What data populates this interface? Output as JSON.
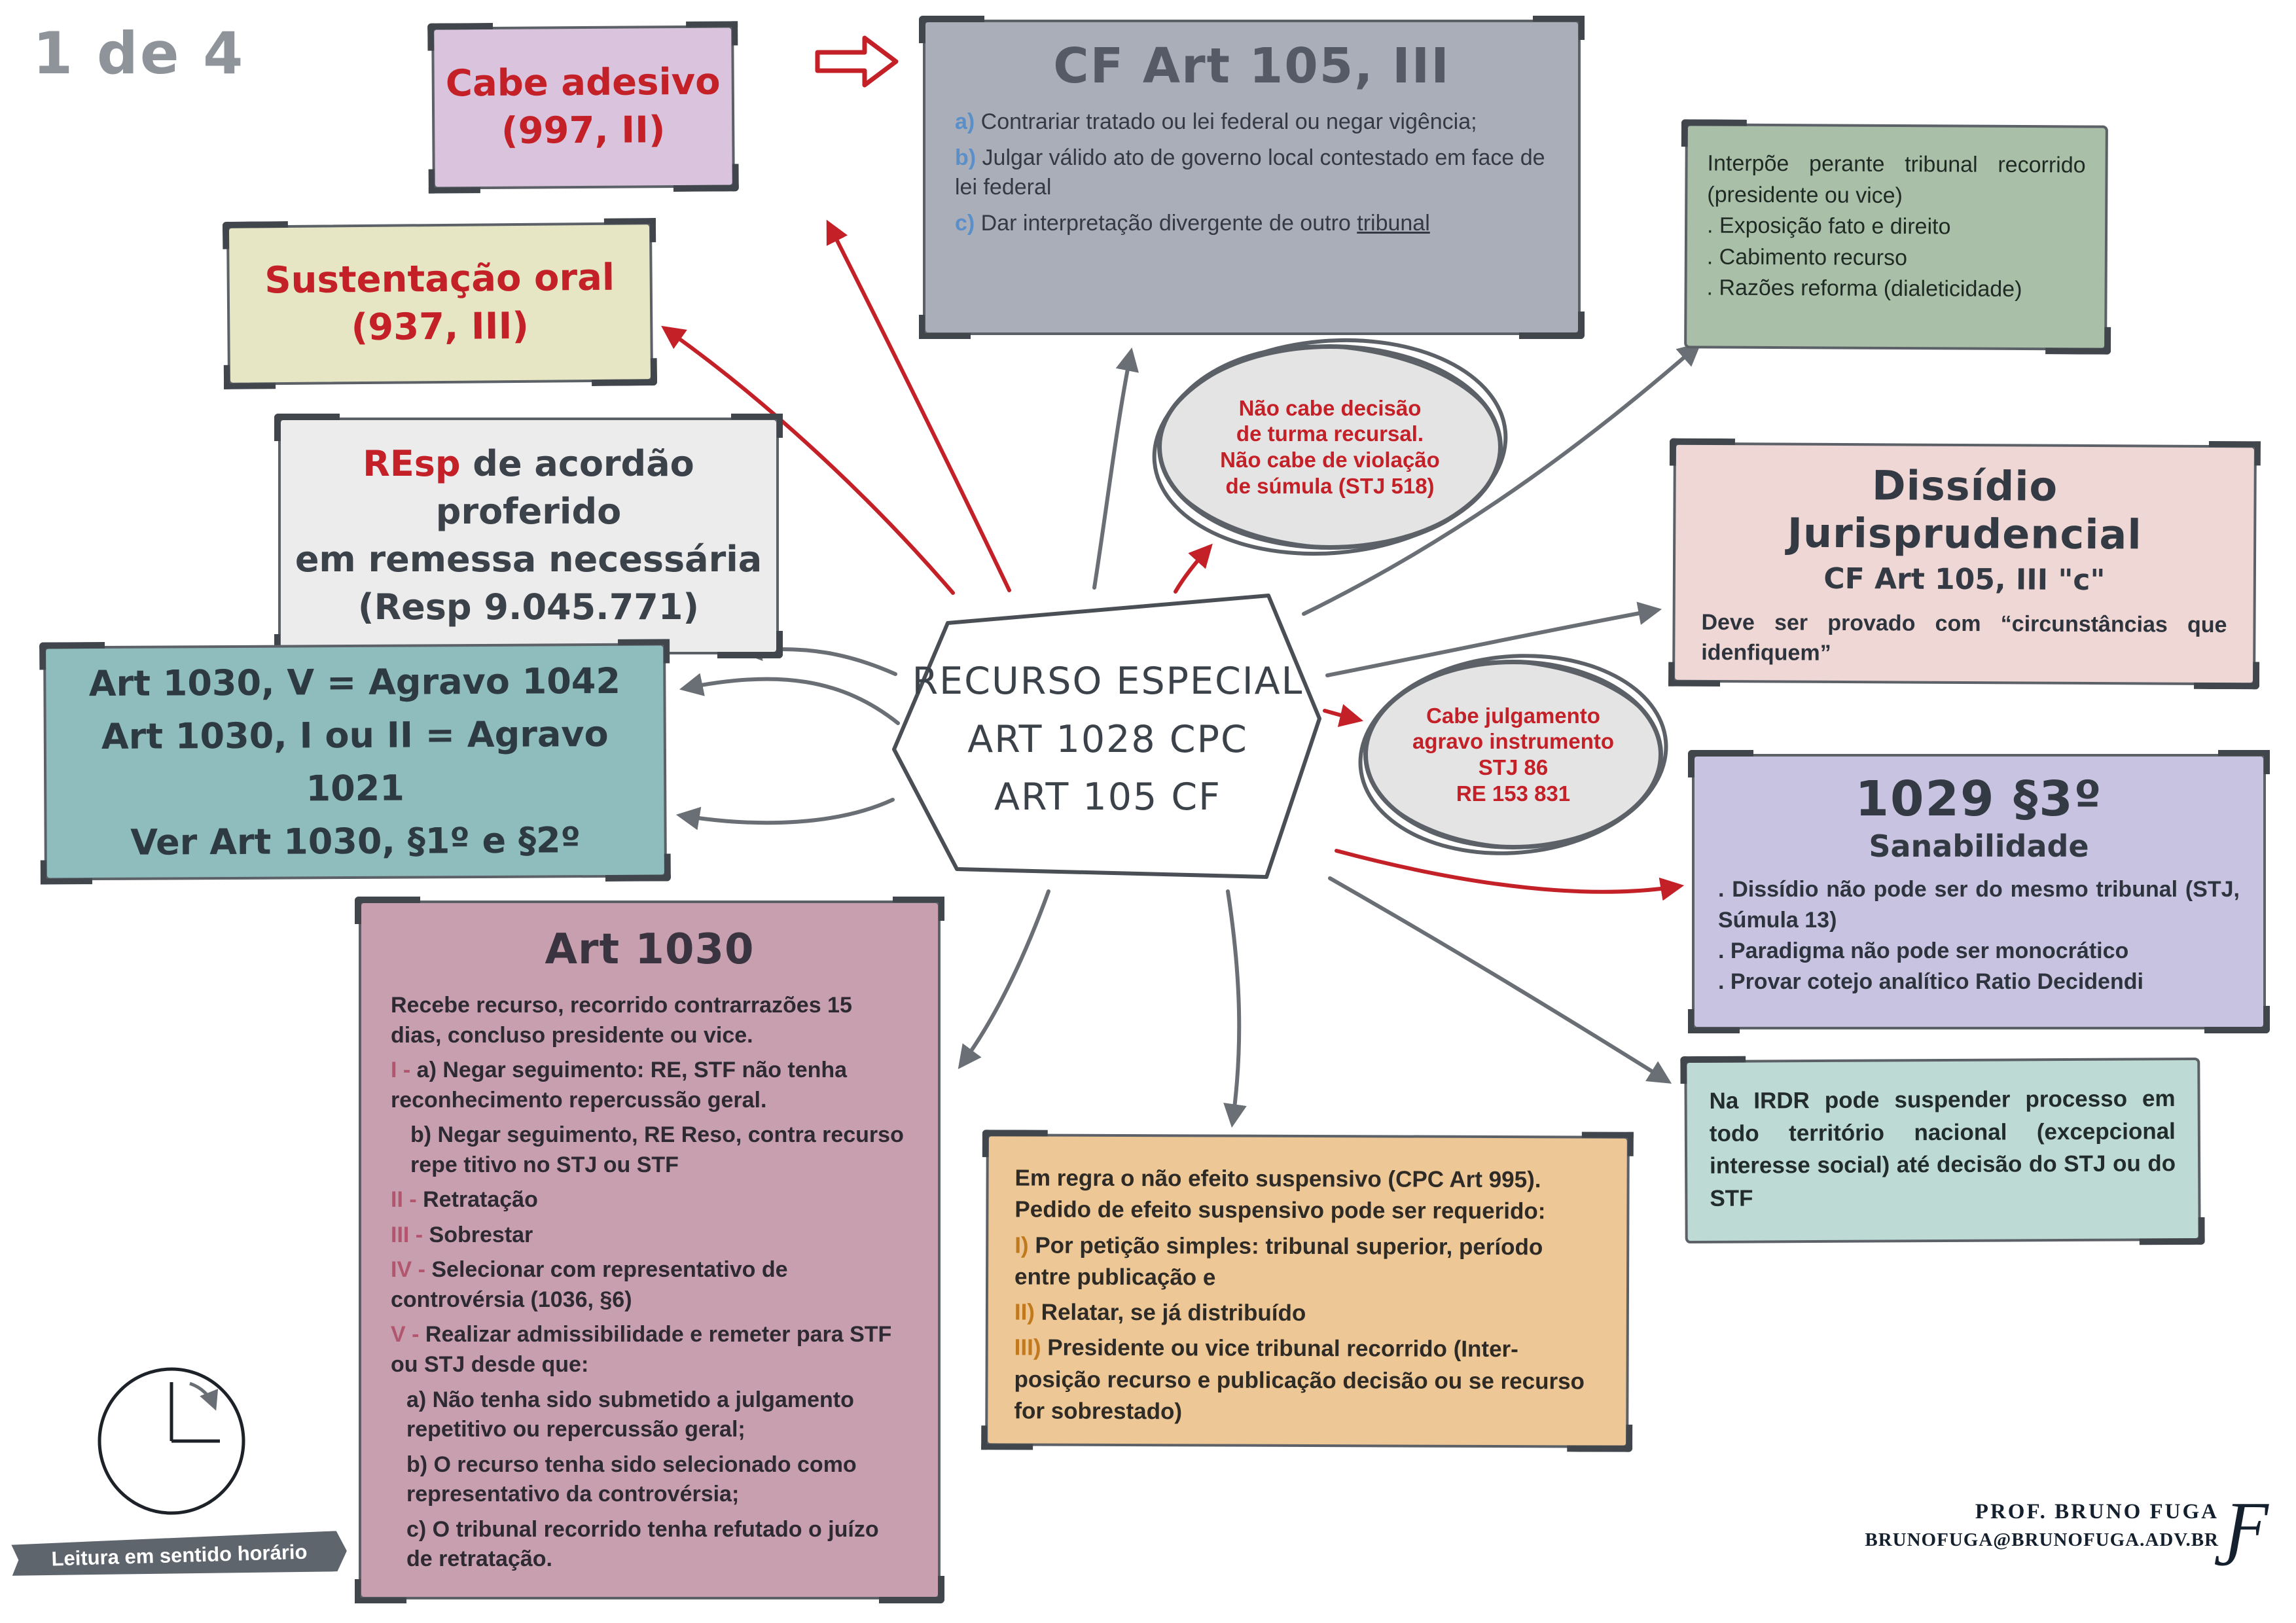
{
  "page": {
    "label": "1 de 4"
  },
  "colors": {
    "accent_red": "#c32027",
    "arrow_gray": "#6a6f75",
    "cabe_adesivo_bg": "#d9c3dd",
    "sustentacao_bg": "#e6e6c4",
    "resp_bg": "#ececec",
    "agravo_bg": "#8fbcbc",
    "cf105_bg": "#a9aeb9",
    "interpoe_bg": "#a9bfa7",
    "dissidio_bg": "#eed7d5",
    "s1029_bg": "#c7c3e1",
    "irdr_bg": "#bedad4",
    "efeito_bg": "#edc795",
    "art1030_bg": "#c89fae"
  },
  "center": {
    "text": "RECURSO ESPECIAL\nART 1028 CPC\nART 105 CF"
  },
  "bubbles": {
    "turma": {
      "text": "Não cabe decisão\nde turma recursal.\nNão cabe de violação\nde súmula (STJ 518)"
    },
    "agravo": {
      "text": "Cabe julgamento\nagravo instrumento\nSTJ 86\nRE 153 831"
    }
  },
  "boxes": {
    "cabe_adesivo": {
      "text": "Cabe adesivo\n(997, II)"
    },
    "sustentacao": {
      "text": "Sustentação oral\n(937, III)"
    },
    "resp": {
      "highlight": "REsp",
      "text": " de acordão proferido\nem remessa necessária\n(Resp 9.045.771)"
    },
    "agravo_map": {
      "text": "Art 1030, V = Agravo 1042\nArt 1030, I ou II = Agravo 1021\nVer Art 1030, §1º e §2º"
    },
    "cf105": {
      "title": "CF Art 105, III",
      "items": [
        {
          "prefix": "a)",
          "text": " Contrariar tratado ou lei federal ou negar vigência;"
        },
        {
          "prefix": "b)",
          "text": " Julgar válido ato de governo local contestado em face de lei federal"
        },
        {
          "prefix": "c)",
          "text": " Dar interpretação divergente de outro ",
          "link": "tribunal"
        }
      ]
    },
    "interpoe": {
      "text": "Interpõe perante tribunal recorrido (presidente ou vice)\n. Exposição fato e direito\n. Cabimento recurso\n. Razões reforma (dialeticidade)"
    },
    "dissidio": {
      "title": "Dissídio Jurisprudencial",
      "subtitle": "CF Art 105, III \"c\"",
      "text": "Deve ser provado com “circunstâncias que idenfiquem”"
    },
    "s1029": {
      "title": "1029 §3º",
      "subtitle": "Sanabilidade",
      "text": ". Dissídio não pode ser do mesmo tribunal (STJ, Súmula 13)\n. Paradigma não pode ser monocrático\n. Provar cotejo analítico Ratio Decidendi"
    },
    "irdr": {
      "text": "Na IRDR pode suspender processo em todo território nacional (excepcional interesse social) até decisão do STJ ou do STF"
    },
    "efeito": {
      "items": [
        {
          "prefix": "",
          "text": "Em regra o não efeito suspensivo (CPC Art 995). Pedido de efeito suspensivo pode ser requerido:"
        },
        {
          "prefix": "I)",
          "text": " Por petição simples: tribunal superior, período entre publicação e"
        },
        {
          "prefix": "II)",
          "text": " Relatar, se já distribuído"
        },
        {
          "prefix": "III)",
          "text": " Presidente ou vice tribunal recorrido (Inter-posição recurso e publicação decisão ou se recurso for sobrestado)"
        }
      ]
    },
    "art1030": {
      "title": "Art 1030",
      "items": [
        {
          "prefix": "",
          "text": "Recebe recurso, recorrido contrarrazões 15 dias, concluso presidente ou vice."
        },
        {
          "prefix": "I -",
          "text": " a) Negar seguimento: RE, STF não tenha reconhecimento repercussão geral."
        },
        {
          "prefix": "",
          "text": "b) Negar seguimento, RE Reso, contra recurso repe titivo no STJ ou STF"
        },
        {
          "prefix": "II -",
          "text": " Retratação"
        },
        {
          "prefix": "III -",
          "text": " Sobrestar"
        },
        {
          "prefix": "IV -",
          "text": " Selecionar com representativo de controvérsia (1036, §6)"
        },
        {
          "prefix": "V -",
          "text": " Realizar admissibilidade e remeter para STF ou STJ desde que:"
        },
        {
          "prefix": "",
          "text": "a) Não tenha sido submetido a julgamento repetitivo ou repercussão geral;"
        },
        {
          "prefix": "",
          "text": "b) O recurso tenha sido selecionado como representativo da controvérsia;"
        },
        {
          "prefix": "",
          "text": "c) O tribunal recorrido tenha refutado o juízo de retratação."
        }
      ]
    }
  },
  "ribbon": {
    "text": "Leitura em sentido horário"
  },
  "footer": {
    "line1": "PROF. BRUNO FUGA",
    "line2": "BRUNOFUGA@BRUNOFUGA.ADV.BR",
    "logo": "Ƒ"
  }
}
